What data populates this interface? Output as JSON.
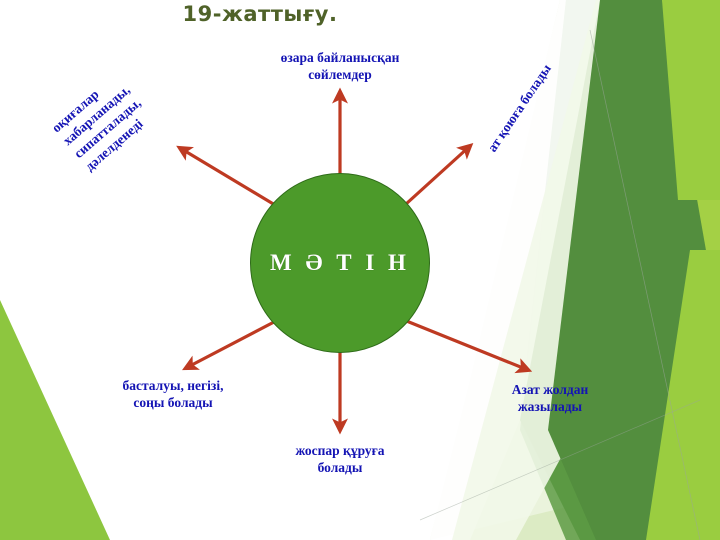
{
  "slide": {
    "title": "19-жаттығу.",
    "center_node": "М Ә Т І Н",
    "accent_colors": {
      "title_green": "#4F6228",
      "circle_green": "#4C9A2A",
      "circle_border": "#2E6B18",
      "arrow_red": "#BE3A22",
      "label_blue": "#1414B4",
      "deco_light_green": "#8DC63F",
      "deco_dark_green": "#4E8A3A",
      "deco_pale_green": "#C6DFA0"
    }
  },
  "branches": [
    {
      "id": "top",
      "lines": [
        "өзара байланысқан",
        "сөйлемдер"
      ],
      "orientation": "horizontal",
      "arrow": "arrow-up"
    },
    {
      "id": "top-right",
      "lines": [
        "ат қоюға болады"
      ],
      "orientation": "rotated",
      "arrow": "arrow-up-right"
    },
    {
      "id": "left",
      "lines": [
        "оқиғалар",
        "хабарланады,",
        "сипатталады,",
        "дәлелденеді"
      ],
      "orientation": "rotated",
      "arrow": "arrow-up-left"
    },
    {
      "id": "bottom-left",
      "lines": [
        "басталуы, негізі,",
        "соңы болады"
      ],
      "orientation": "horizontal",
      "arrow": "arrow-down-left"
    },
    {
      "id": "bottom",
      "lines": [
        "жоспар құруға",
        "болады"
      ],
      "orientation": "horizontal",
      "arrow": "arrow-down"
    },
    {
      "id": "bottom-right",
      "lines": [
        "Азат жолдан",
        "жазылады"
      ],
      "orientation": "horizontal",
      "arrow": "arrow-down-right"
    }
  ]
}
